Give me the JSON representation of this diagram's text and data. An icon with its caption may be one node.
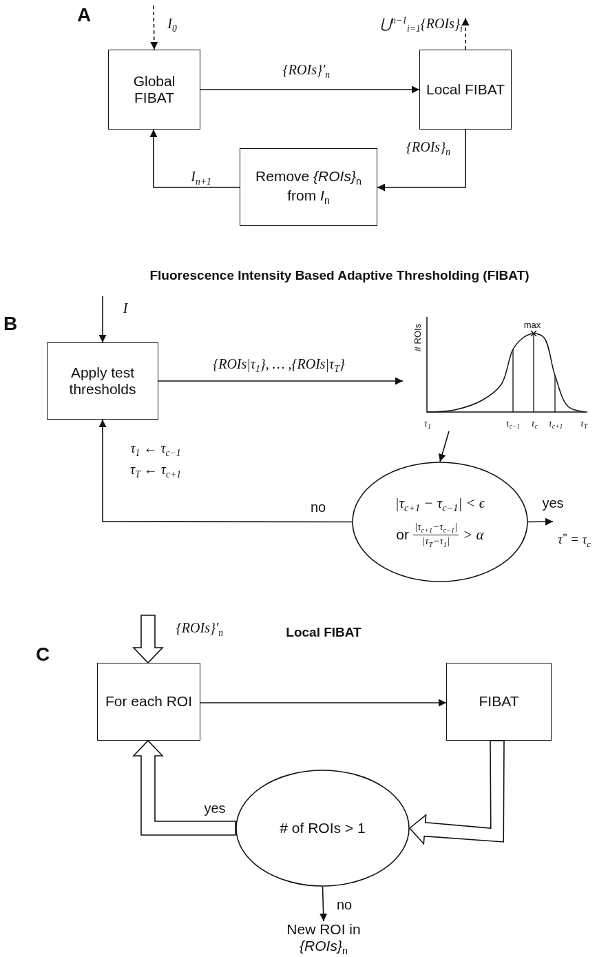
{
  "diagram": {
    "nodes": [
      {
        "text": [
          "Global FIBAT"
        ]
      },
      {
        "text": [
          "Local FIBAT"
        ]
      },
      {
        "text": [
          "Remove *{ROIs}*$_{n}$ from *I*$_{n}$"
        ]
      },
      {
        "text": [
          "Apply test thresholds"
        ]
      },
      {
        "text": [
          "# ROIs",
          "max",
          "τ$_{1}$",
          "τ$_{c−1}$",
          "τ$_{c}$",
          "τ$_{c+1}$",
          "τ$_{T}$"
        ]
      },
      {
        "text": [
          "|τ$_{c+1}$ − τ$_{c−1}$| < ϵ",
          "or",
          "|τ$_{c+1}$−τ$_{c−1}$|",
          "|τ$_{T}$−τ$_{1}$|",
          "> α"
        ]
      },
      {
        "text": [
          "For each ROI"
        ]
      },
      {
        "text": [
          "FIBAT"
        ]
      },
      {
        "text": [
          "# of ROIs > 1"
        ]
      },
      {
        "text": [
          "New ROI in *{ROIs}*$_{n}$"
        ]
      },
      {
        "text": [
          "τ$^{*}$ = τ$_{c}$"
        ]
      }
    ],
    "edges": [
      {
        "from": null,
        "to": 0,
        "arrow": "to",
        "style": "dashed",
        "label": "I$_{0}$"
      },
      {
        "from": 0,
        "to": 1,
        "arrow": "to",
        "label": "{ROIs}′$_{n}$"
      },
      {
        "from": 1,
        "to": 2,
        "arrow": "to",
        "label": "{ROIs}$_{n}$"
      },
      {
        "from": 2,
        "to": 0,
        "arrow": "to",
        "label": "I$_{n+1}$"
      },
      {
        "from": 1,
        "to": null,
        "arrow": "to",
        "style": "dashed",
        "label": "⋃$^{n−1}$$_{i=1}${ROIs}$_{i}$"
      },
      {
        "from": null,
        "to": 3,
        "arrow": "to",
        "label": "I"
      },
      {
        "from": 3,
        "to": 4,
        "arrow": "to",
        "label": "{ROIs|τ$_{1}$}, … ,{ROIs|τ$_{T}$}"
      },
      {
        "from": 4,
        "to": 5,
        "arrow": "to"
      },
      {
        "from": 5,
        "to": 3,
        "arrow": "to",
        "label": "no"
      },
      {
        "from": 5,
        "to": 10,
        "arrow": "to",
        "label": "yes"
      },
      {
        "from": null,
        "to": 6,
        "arrow": "to",
        "style": "thick",
        "label": "{ROIs}′$_{n}$"
      },
      {
        "from": 6,
        "to": 7,
        "arrow": "to"
      },
      {
        "from": 7,
        "to": 8,
        "arrow": "to",
        "style": "thick"
      },
      {
        "from": 8,
        "to": 6,
        "arrow": "to",
        "style": "thick",
        "label": "yes"
      },
      {
        "from": 8,
        "to": 9,
        "arrow": "to",
        "label": "no"
      }
    ],
    "labels": [
      "A",
      "Fluorescence Intensity Based Adaptive Thresholding (FIBAT)",
      "B",
      "τ$_{1}$ ← τ$_{c−1}$",
      "τ$_{T}$ ← τ$_{c+1}$",
      "C",
      "Local FIBAT"
    ]
  }
}
